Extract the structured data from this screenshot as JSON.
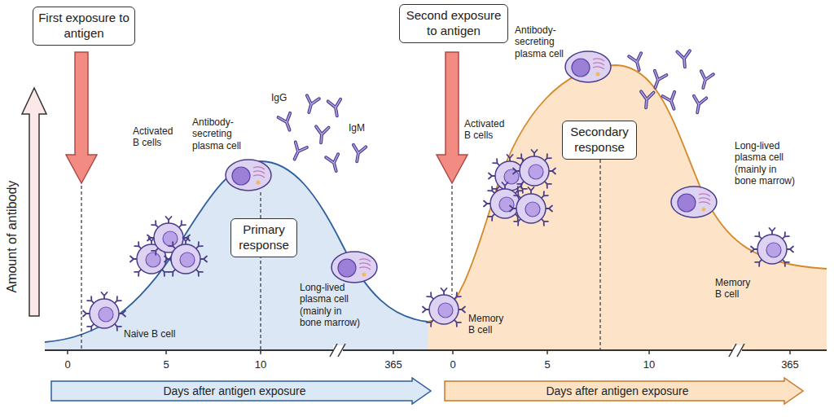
{
  "diagram": {
    "nodes": [
      {
        "text": [
          "First exposure to antigen"
        ]
      },
      {
        "text": [
          "Primary response"
        ]
      },
      {
        "text": [
          "Second exposure to antigen"
        ]
      },
      {
        "text": [
          "Secondary response"
        ]
      },
      {
        "text": [
          "Days after antigen exposure"
        ]
      },
      {
        "text": [
          "Days after antigen exposure"
        ]
      }
    ],
    "labels": [
      "Amount of antibody",
      "Naive B cell",
      "Activated B cells",
      "Antibody-secreting plasma cell",
      "IgG",
      "IgM",
      "Long-lived plasma cell (mainly in bone marrow)",
      "Memory B cell",
      "Activated B cells",
      "Antibody-secreting plasma cell",
      "Long-lived plasma cell (mainly in bone marrow)",
      "Memory B cell",
      "0",
      "5",
      "10",
      "365",
      "0",
      "5",
      "10",
      "365"
    ]
  }
}
